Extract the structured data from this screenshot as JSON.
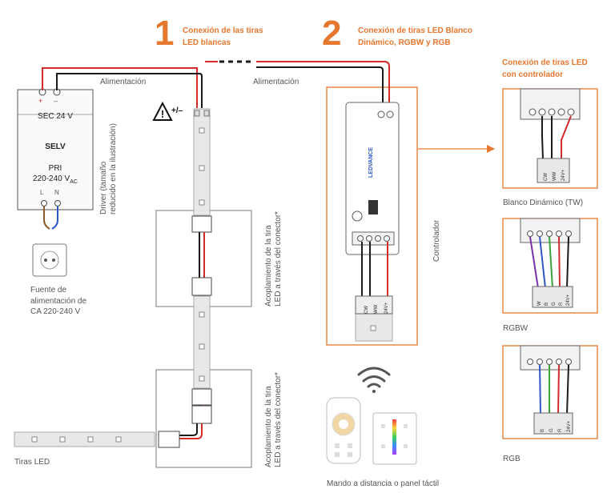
{
  "section1": {
    "number": "1",
    "title_line1": "Conexión de las tiras",
    "title_line2": "LED blancas"
  },
  "section2": {
    "number": "2",
    "title_line1": "Conexión de tiras LED Blanco",
    "title_line2": "Dinámico, RGBW y RGB"
  },
  "controller_panel": {
    "title_line1": "Conexión de tiras LED",
    "title_line2": "con controlador"
  },
  "labels": {
    "alimentacion_left": "Alimentación",
    "alimentacion_right": "Alimentación",
    "driver_line1": "Driver (tamaño",
    "driver_line2": "reducido en la ilustración)",
    "coupling_top_line1": "Acoplamiento de la tira",
    "coupling_top_line2": "LED a través del conector*",
    "coupling_bottom_line1": "Acoplamiento de la tira",
    "coupling_bottom_line2": "LED a través del conector*",
    "controlador": "Controlador",
    "power_source_line1": "Fuente de",
    "power_source_line2": "alimentación de",
    "power_source_line3": "CA 220-240 V",
    "led_strips": "Tiras LED",
    "remote": "Mando a distancia o panel táctil",
    "tw": "Blanco Dinámico (TW)",
    "rgbw": "RGBW",
    "rgb": "RGB",
    "polarity": "+/–"
  },
  "driver": {
    "plus": "+",
    "minus": "–",
    "sec": "SEC 24 V",
    "selv": "SELV",
    "pri": "PRI",
    "pri_voltage": "220-240 V",
    "ac": "AC",
    "l": "L",
    "n": "N"
  },
  "controller_device": {
    "brand": "LEDVANCE"
  },
  "terminals": {
    "controller": [
      "CW",
      "WW",
      "24V+"
    ],
    "tw": [
      "CW",
      "WW",
      "24V+"
    ],
    "rgbw": [
      "W",
      "B",
      "G",
      "R",
      "24V+"
    ],
    "rgb": [
      "B",
      "G",
      "R",
      "24V+"
    ]
  },
  "colors": {
    "accent": "#E6772E",
    "wire_red": "#D42A2A",
    "wire_black": "#1A1A1A",
    "wire_green": "#3AA33A",
    "wire_blue": "#2E57C8",
    "wire_purple": "#7B2FA8",
    "strip": "#E8E8E8"
  }
}
